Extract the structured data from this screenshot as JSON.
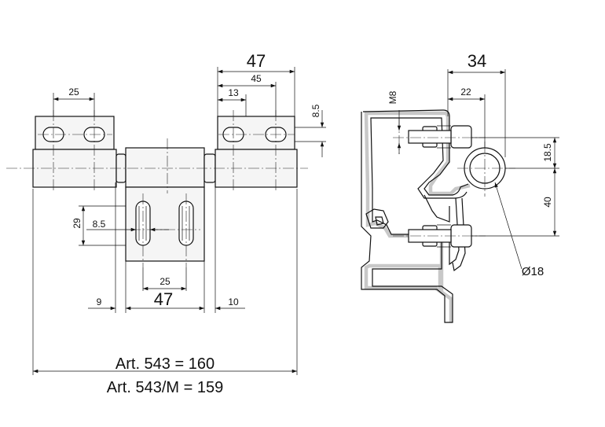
{
  "front_view": {
    "dim_top_width": "47",
    "dim_slot_center_right": "45",
    "dim_slot_left": "25",
    "dim_slot_offset": "13",
    "dim_slot_height": "8.5",
    "dim_plate_height": "29",
    "dim_plate_slot": "8.5",
    "dim_plate_slot_spacing": "25",
    "dim_plate_width": "47",
    "dim_left_gap": "9",
    "dim_right_gap": "10"
  },
  "side_view": {
    "dim_overall_depth": "34",
    "dim_bolt_offset": "22",
    "label_thread": "M8",
    "dim_bolt_to_axis": "18.5",
    "dim_axis_to_bolt": "40",
    "label_diameter": "Ø18"
  },
  "article_lines": [
    "Art. 543 = 160",
    "Art. 543/M = 159"
  ]
}
